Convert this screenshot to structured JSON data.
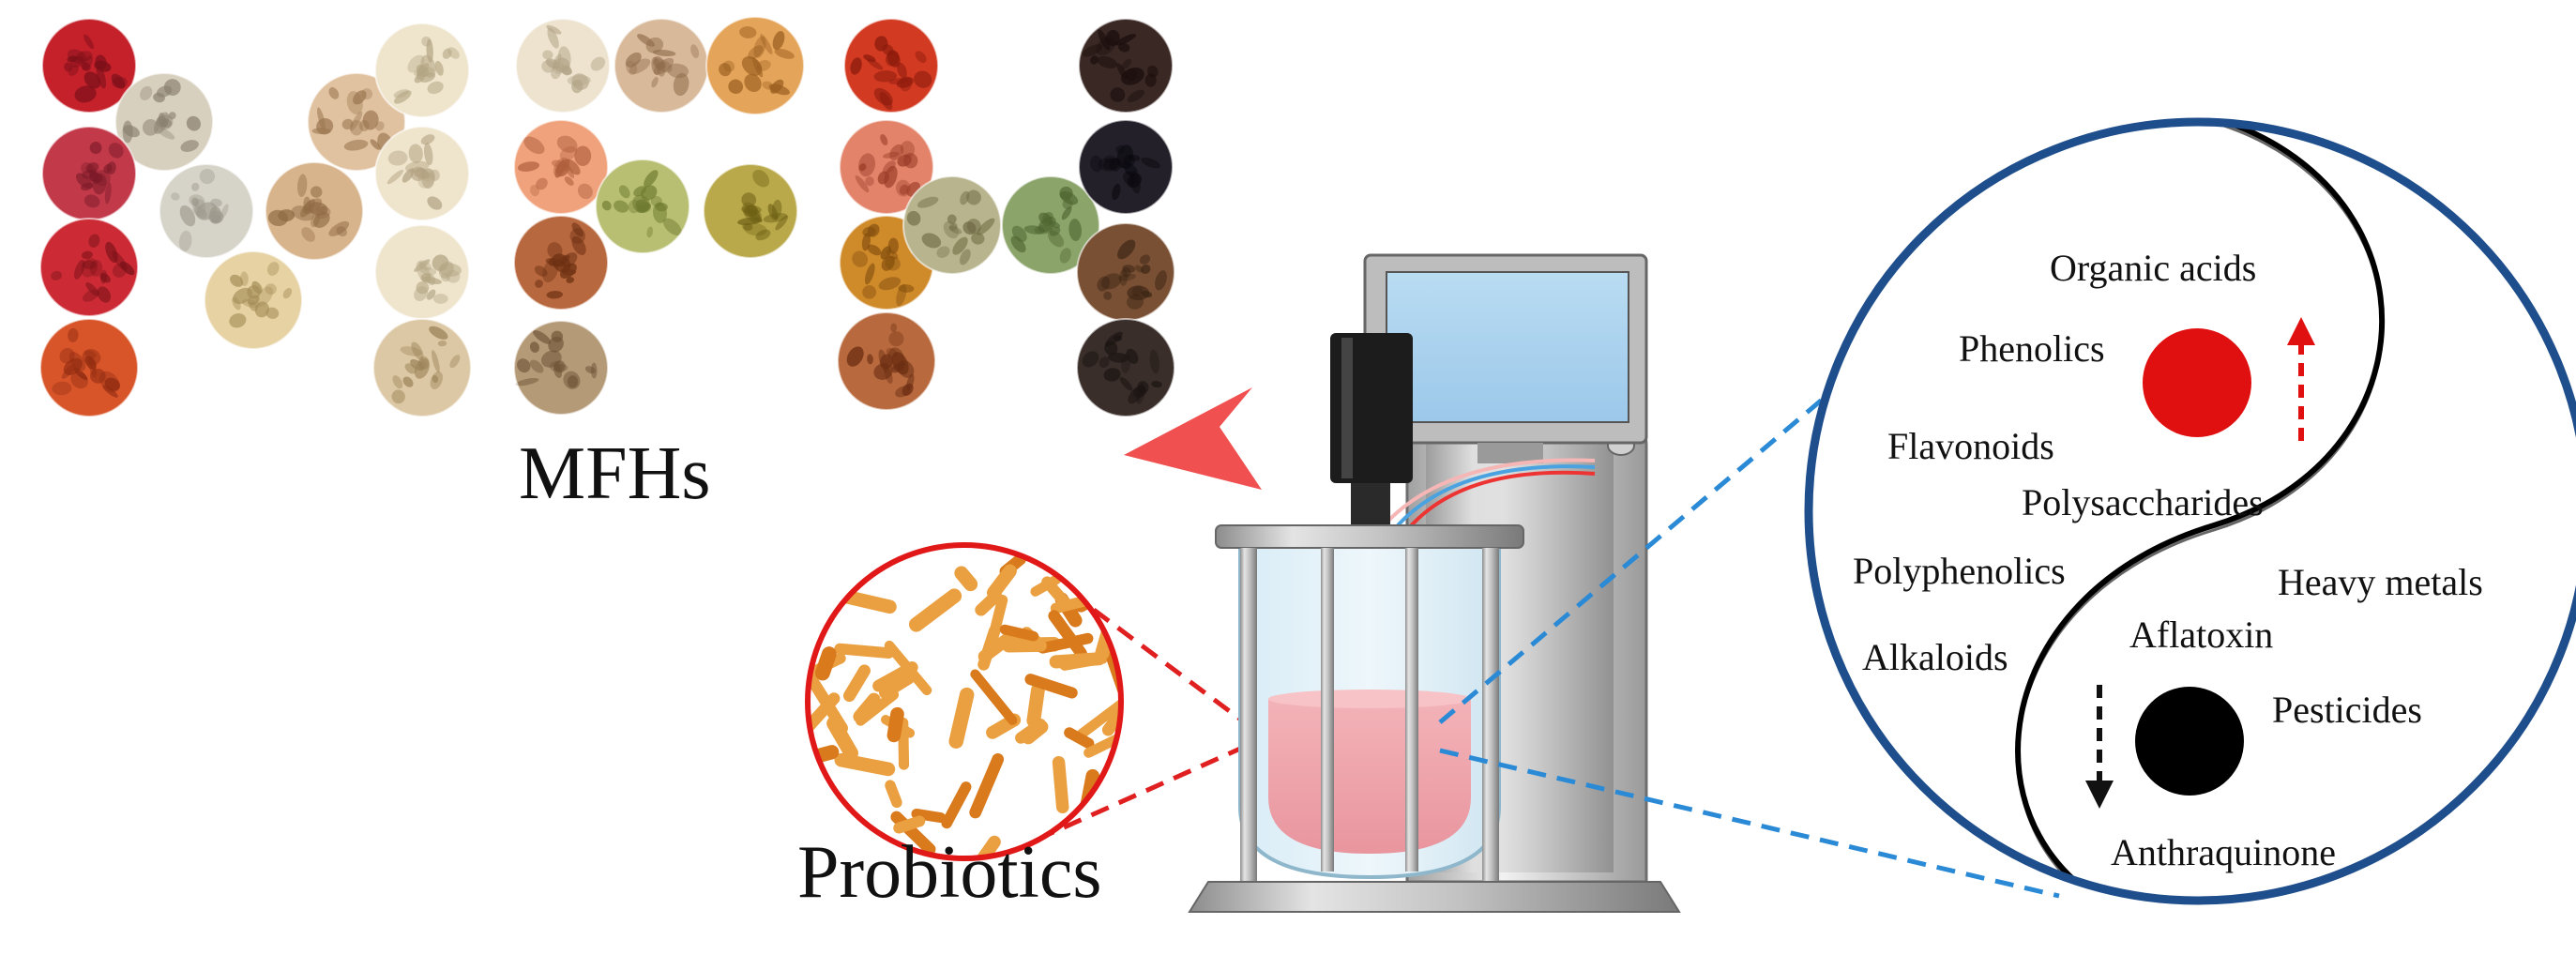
{
  "labels": {
    "mfhs": "MFHs",
    "probiotics": "Probiotics"
  },
  "increased_group": [
    "Organic acids",
    "Phenolics",
    "Flavonoids",
    "Polysaccharides",
    "Polyphenolics",
    "Alkaloids"
  ],
  "decreased_group": [
    "Heavy metals",
    "Aflatoxin",
    "Pesticides",
    "Anthraquinone"
  ],
  "colors": {
    "increase_marker": "#e01010",
    "decrease_marker": "#000000",
    "magnifier_ring_right": "#1f4e8c",
    "magnifier_ring_left": "#e01818",
    "zoom_lines_blue": "#2b8ad6",
    "zoom_lines_red": "#e02020",
    "bacteria": "#e8912c",
    "fermentation_broth": "#f0a6ad",
    "arrow_head": "#f05050"
  },
  "icons": [
    "herb-sample-icon",
    "bacteria-icon",
    "fermenter-icon",
    "yin-yang-icon",
    "up-arrow-icon",
    "down-arrow-icon"
  ]
}
